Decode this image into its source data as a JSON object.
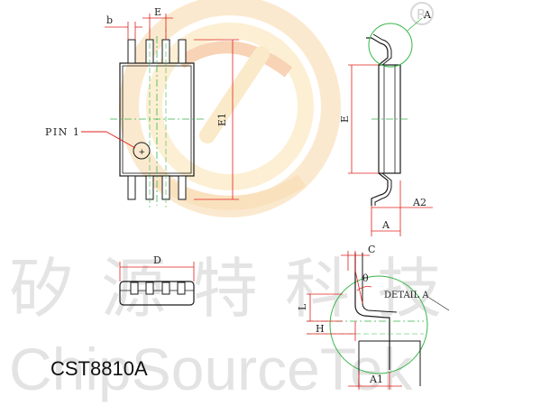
{
  "labels": {
    "b": "b",
    "e": "E",
    "a_circle": "A",
    "pin1": "PIN 1",
    "e1": "E1",
    "a2": "A2",
    "a": "A",
    "d": "D",
    "c": "C",
    "theta": "θ",
    "detail_a": "DETAIL A",
    "l": "L",
    "h": "H",
    "a1": "A1"
  },
  "watermark": {
    "chinese": "矽源特科技",
    "english": "ChipSourceTek",
    "registered": "R"
  },
  "part_number": "CST8810A",
  "colors": {
    "outline": "#1a1a1a",
    "dimension_red": "#e0201c",
    "center_green": "#39b54a",
    "logo_orange": "#f4a460",
    "logo_yellow": "#f7d35a",
    "watermark_gray": "#cfcfcf"
  }
}
